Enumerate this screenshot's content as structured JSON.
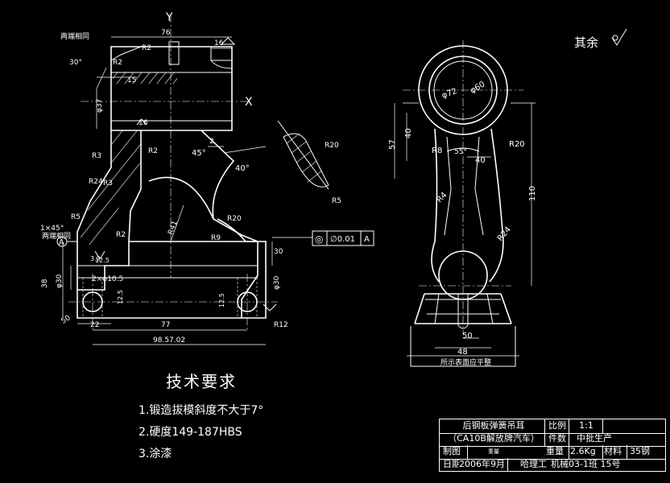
{
  "left_view": {
    "top_label": "两端相同",
    "side_label": "两端相同",
    "chamfer": "1×45°",
    "angle_30": "30°",
    "angle_45": "45°",
    "angle_40": "40°",
    "axis_y": "Y",
    "axis_x": "X",
    "dims": {
      "width_76": "76",
      "len_16": "16",
      "r2_top": "R2",
      "r2_a": "R2",
      "r2_b": "R2",
      "r2_c": "R2",
      "r3": "R3",
      "r3b": "R3",
      "r5": "R5",
      "r20": "R20",
      "r20b": "R20",
      "r24": "R24",
      "r41": "R41",
      "r9": "R9",
      "r5b": "R5",
      "r12": "R12",
      "v15": "15",
      "v16": "16",
      "v2": "2",
      "v30": "30",
      "v37": "φ37",
      "v38": "38",
      "v30hole": "φ30",
      "v30b": "φ30",
      "v2x10": "2×φ10.5",
      "v12_5": "12.5",
      "v12_5b": "12.5",
      "v12_5c": "12.5",
      "v50": "50",
      "v22": "22",
      "v77": "77",
      "v98": "98.57.02",
      "v32": "3.2",
      "datum_a": "A"
    },
    "tolerance": {
      "symbol": "◎",
      "value": "∅0.01",
      "datum": "A"
    }
  },
  "right_view": {
    "dims": {
      "d72": "φ72",
      "d60": "φ60",
      "v40": "40",
      "v57": "57",
      "r8": "R8",
      "a55": "55°",
      "v40b": "40",
      "r20": "R20",
      "r4": "R4",
      "v110": "110",
      "r24": "R24",
      "v50": "50",
      "v48": "48"
    },
    "base_label": "所示表面应平整"
  },
  "surface_note": {
    "text": "其余"
  },
  "technical_notes": {
    "title": "技术要求",
    "items": [
      "1.锻造拔模斜度不大于7°",
      "2.硬度149-187HBS",
      "3.涂漆"
    ]
  },
  "title_block": {
    "part_name_1": "后钢板弹簧吊耳",
    "part_name_2": "（CA10B解放牌汽车）",
    "scale_label": "比例",
    "scale_value": "1:1",
    "qty_label": "件数",
    "qty_value": "中批生产",
    "drawn_label": "制图",
    "drawn_value": "重量",
    "weight_label": "重量",
    "weight_value": "2.6Kg",
    "material_label": "材料",
    "material_value": "35钢",
    "date_label": "日期",
    "date_value": "2006年9月",
    "school": "哈理工",
    "class_info": "机械03-1班 15号"
  }
}
